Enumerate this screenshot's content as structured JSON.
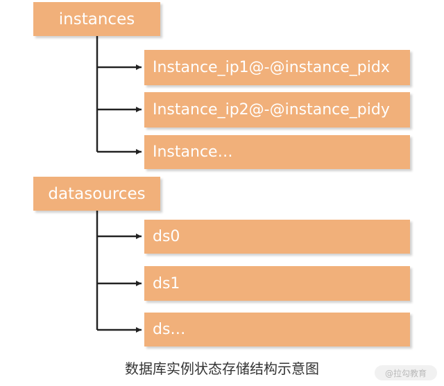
{
  "groups": [
    {
      "label": "instances",
      "children": [
        "Instance_ip1@-@instance_pidx",
        "Instance_ip2@-@instance_pidy",
        "Instance…"
      ]
    },
    {
      "label": "datasources",
      "children": [
        "ds0",
        "ds1",
        "ds…"
      ]
    }
  ],
  "caption": "数据库实例状态存储结构示意图",
  "watermark": "@拉勾教育",
  "colors": {
    "node_fill": "#f1b07a",
    "node_text": "#ffffff",
    "connector": "#222222"
  }
}
